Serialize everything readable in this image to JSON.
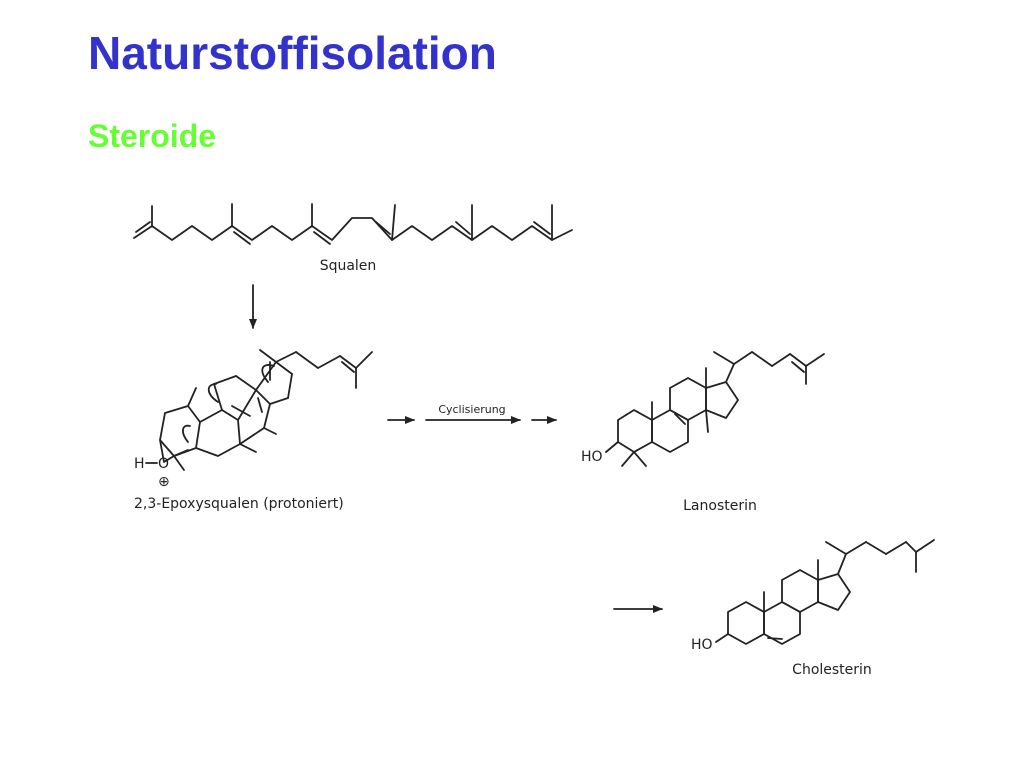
{
  "slide": {
    "title": "Naturstoffisolation",
    "subtitle": "Steroide"
  },
  "scheme": {
    "compounds": {
      "squalen": "Squalen",
      "epoxysqualen": "2,3-Epoxysqualen (protoniert)",
      "lanosterin": "Lanosterin",
      "cholesterin": "Cholesterin"
    },
    "reaction_label": "Cyclisierung",
    "atom_labels": {
      "epoxy_hydrogen": "H",
      "epoxy_oxygen": "O",
      "positive_charge": "⊕",
      "hydroxyl_lanosterin": "HO",
      "hydroxyl_cholesterin": "HO"
    }
  },
  "colors": {
    "title": "#3333cc",
    "subtitle": "#66ff33",
    "ink": "#222222"
  }
}
